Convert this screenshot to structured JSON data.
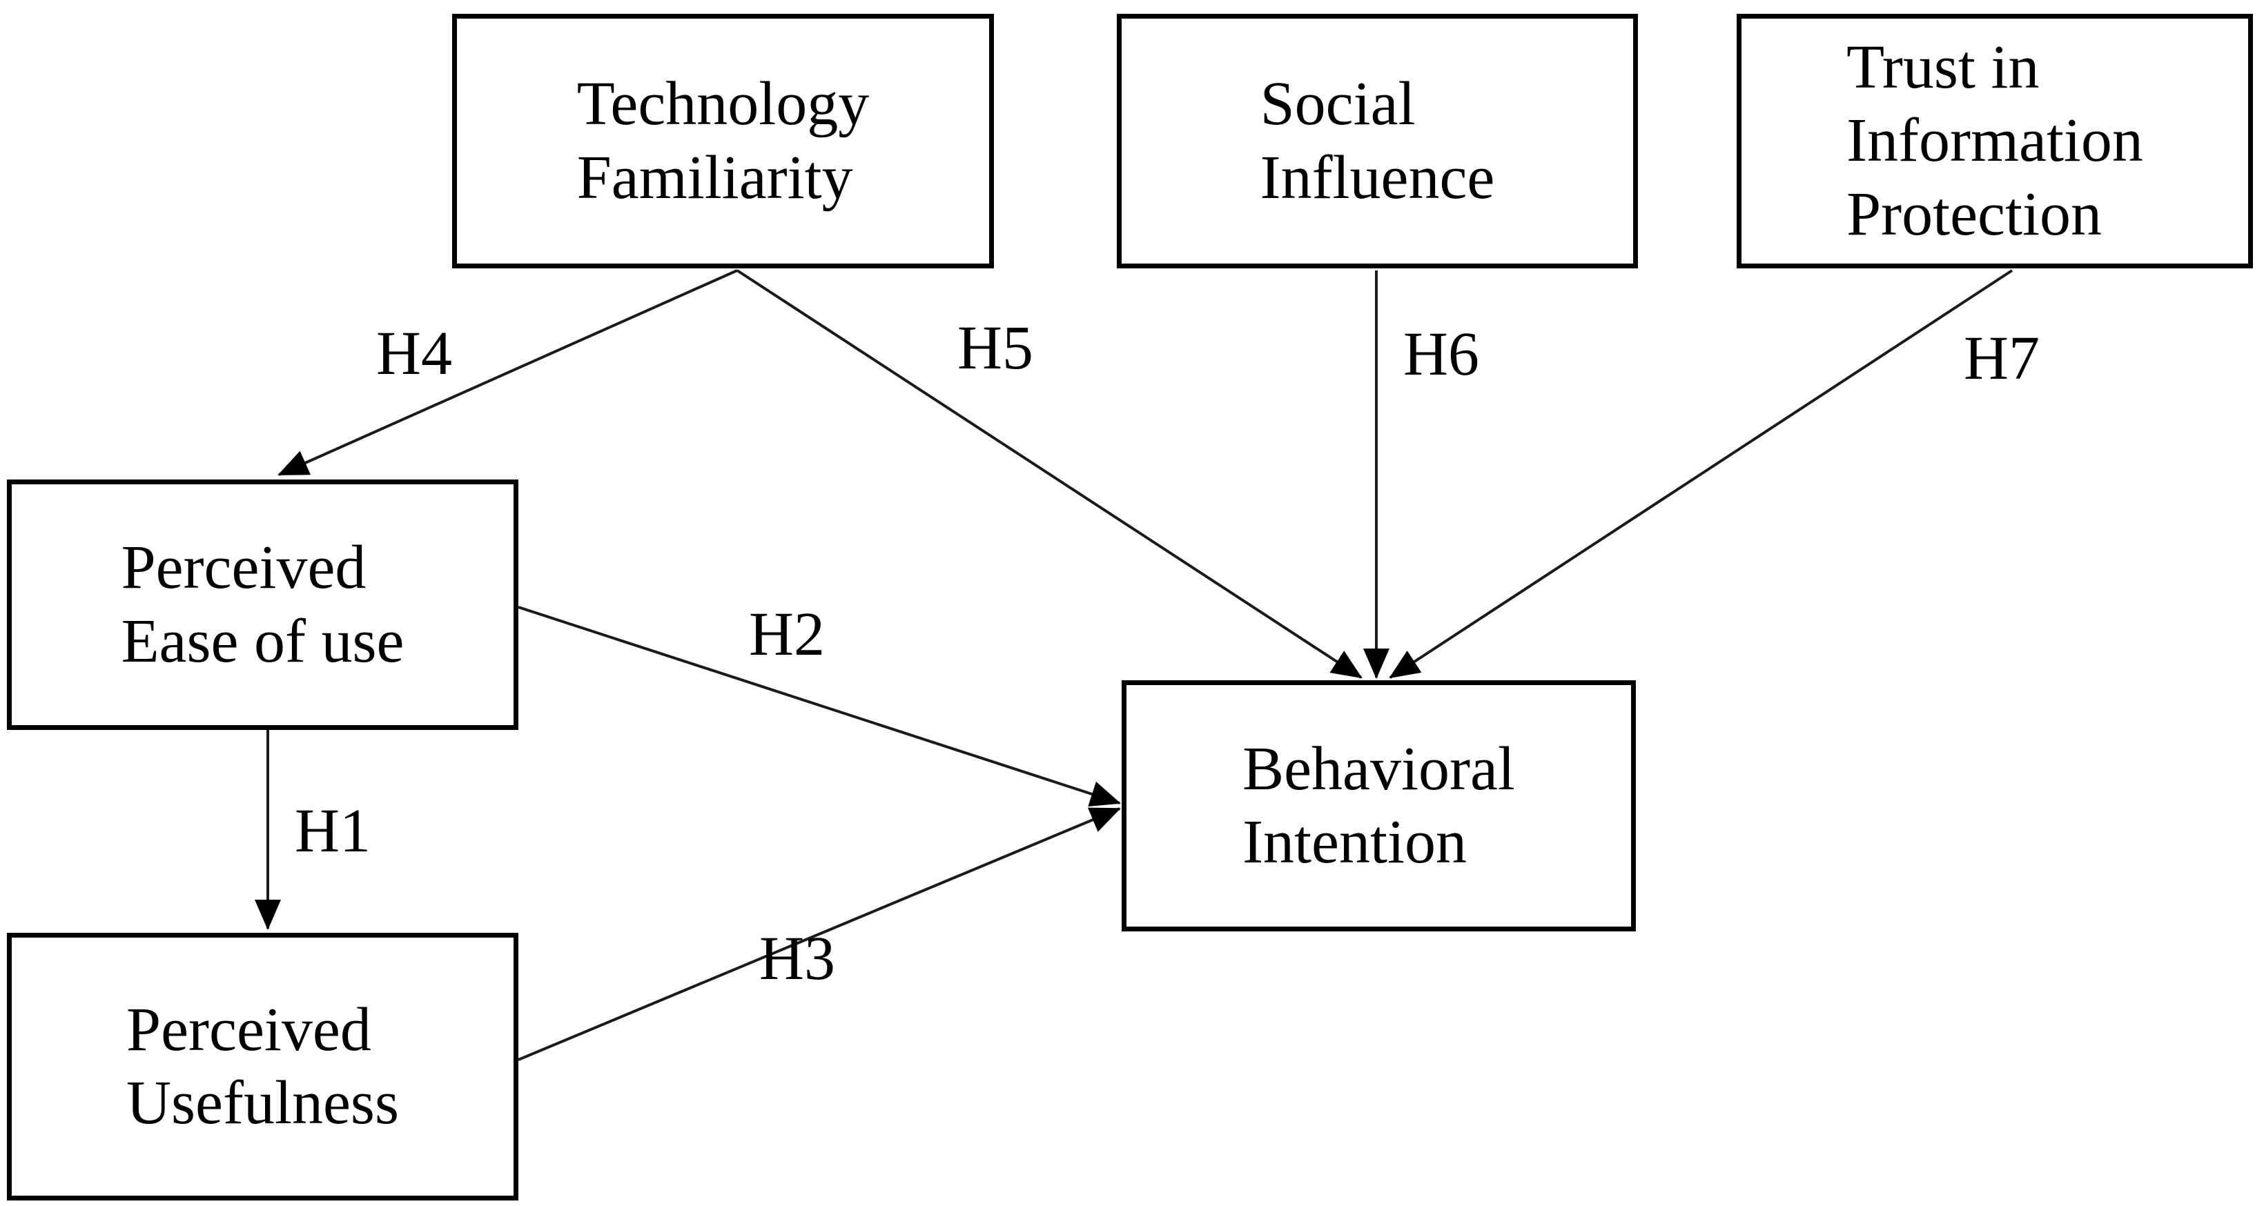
{
  "diagram": {
    "type": "hypothesis-path-model",
    "colors": {
      "background": "#ffffff",
      "box_border": "#000000",
      "line": "#1a1a1a",
      "text": "#000000"
    },
    "nodes": {
      "technology_familiarity": {
        "label": "Technology\nFamiliarity"
      },
      "social_influence": {
        "label": "Social\nInfluence"
      },
      "trust_information_protection": {
        "label": "Trust in\nInformation\nProtection"
      },
      "perceived_ease_of_use": {
        "label": "Perceived\nEase of use"
      },
      "perceived_usefulness": {
        "label": "Perceived\nUsefulness"
      },
      "behavioral_intention": {
        "label": "Behavioral\nIntention"
      }
    },
    "edges": {
      "h1": {
        "label": "H1",
        "from": "perceived_ease_of_use",
        "to": "perceived_usefulness"
      },
      "h2": {
        "label": "H2",
        "from": "perceived_ease_of_use",
        "to": "behavioral_intention"
      },
      "h3": {
        "label": "H3",
        "from": "perceived_usefulness",
        "to": "behavioral_intention"
      },
      "h4": {
        "label": "H4",
        "from": "technology_familiarity",
        "to": "perceived_ease_of_use"
      },
      "h5": {
        "label": "H5",
        "from": "technology_familiarity",
        "to": "behavioral_intention"
      },
      "h6": {
        "label": "H6",
        "from": "social_influence",
        "to": "behavioral_intention"
      },
      "h7": {
        "label": "H7",
        "from": "trust_information_protection",
        "to": "behavioral_intention"
      }
    }
  }
}
